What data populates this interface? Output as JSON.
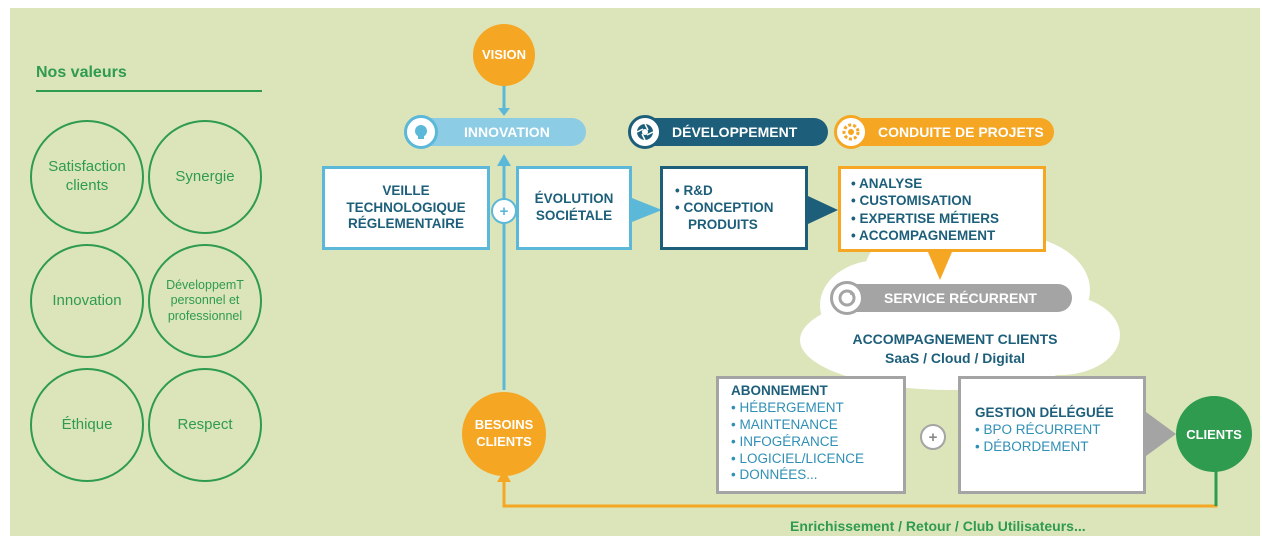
{
  "values_panel": {
    "title": "Nos valeurs",
    "items": [
      "Satisfaction clients",
      "Synergie",
      "Innovation",
      "DéveloppemT personnel et professionnel",
      "Éthique",
      "Respect"
    ]
  },
  "vision": "VISION",
  "besoins_clients": "BESOINS CLIENTS",
  "pills": {
    "innovation": "INNOVATION",
    "developpement": "DÉVELOPPEMENT",
    "conduite": "CONDUITE DE PROJETS",
    "service": "SERVICE RÉCURRENT"
  },
  "boxes": {
    "veille": "VEILLE TECHNOLOGIQUE RÉGLEMENTAIRE",
    "evolution": "ÉVOLUTION SOCIÉTALE",
    "rd": [
      "• R&D",
      "• CONCEPTION",
      "PRODUITS"
    ],
    "conduite_items": [
      "• ANALYSE",
      "• CUSTOMISATION",
      "• EXPERTISE MÉTIERS",
      "• ACCOMPAGNEMENT"
    ],
    "abonnement_title": "ABONNEMENT",
    "abonnement_items": [
      "• HÉBERGEMENT",
      "• MAINTENANCE",
      "• INFOGÉRANCE",
      "• LOGICIEL/LICENCE",
      "• DONNÉES..."
    ],
    "gestion_title": "GESTION DÉLÉGUÉE",
    "gestion_items": [
      "• BPO RÉCURRENT",
      "• DÉBORDEMENT"
    ]
  },
  "cloud": {
    "line1": "ACCOMPAGNEMENT CLIENTS",
    "line2": "SaaS / Cloud / Digital"
  },
  "plus_symbol": "+",
  "clients": "CLIENTS",
  "feedback": "Enrichissement / Retour / Club Utilisateurs...",
  "colors": {
    "background": "#dce5b9",
    "green": "#2e9b4f",
    "orange": "#f5a623",
    "light_blue": "#5bb8d8",
    "dark_blue": "#1d5f7a",
    "gray": "#a4a4a4"
  }
}
